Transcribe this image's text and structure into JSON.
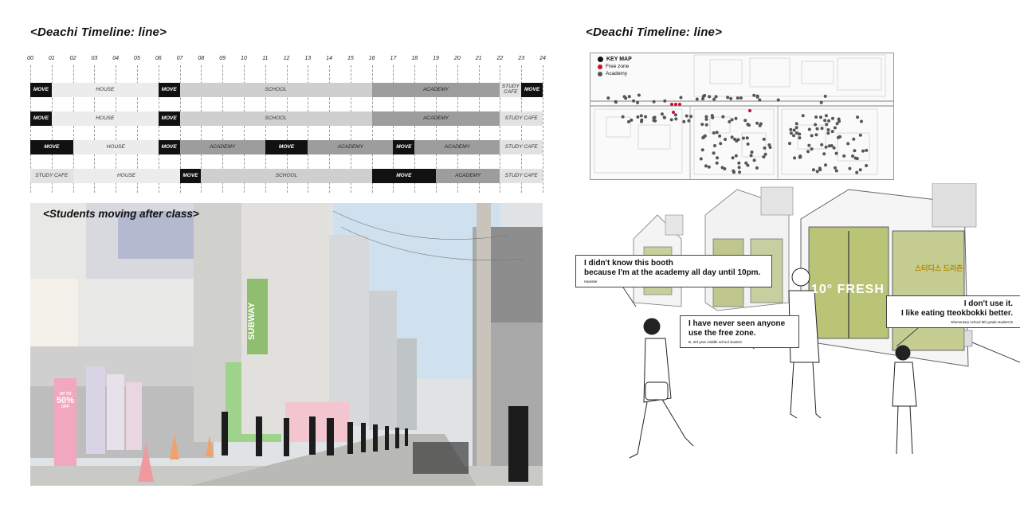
{
  "left_title": "<Deachi Timeline: line>",
  "right_title": "<Deachi Timeline: line>",
  "hours": [
    "00",
    "01",
    "02",
    "03",
    "04",
    "05",
    "06",
    "07",
    "08",
    "09",
    "10",
    "11",
    "12",
    "13",
    "14",
    "15",
    "16",
    "17",
    "18",
    "19",
    "20",
    "21",
    "22",
    "23",
    "24"
  ],
  "timeline_rows": [
    [
      {
        "start": 0,
        "end": 1,
        "label": "MOVE",
        "kind": "move"
      },
      {
        "start": 1,
        "end": 6,
        "label": "HOUSE",
        "kind": "house"
      },
      {
        "start": 6,
        "end": 7,
        "label": "MOVE",
        "kind": "move"
      },
      {
        "start": 7,
        "end": 16,
        "label": "SCHOOL",
        "kind": "school"
      },
      {
        "start": 16,
        "end": 22,
        "label": "ACADEMY",
        "kind": "academy"
      },
      {
        "start": 22,
        "end": 23,
        "label": "STUDY CAFE",
        "kind": "cafe"
      },
      {
        "start": 23,
        "end": 24,
        "label": "MOVE",
        "kind": "move"
      }
    ],
    [
      {
        "start": 0,
        "end": 1,
        "label": "MOVE",
        "kind": "move"
      },
      {
        "start": 1,
        "end": 6,
        "label": "HOUSE",
        "kind": "house"
      },
      {
        "start": 6,
        "end": 7,
        "label": "MOVE",
        "kind": "move"
      },
      {
        "start": 7,
        "end": 16,
        "label": "SCHOOL",
        "kind": "school"
      },
      {
        "start": 16,
        "end": 22,
        "label": "ACADEMY",
        "kind": "academy"
      },
      {
        "start": 22,
        "end": 24,
        "label": "STUDY CAFE",
        "kind": "cafe"
      }
    ],
    [
      {
        "start": 0,
        "end": 2,
        "label": "MOVE",
        "kind": "move"
      },
      {
        "start": 2,
        "end": 6,
        "label": "HOUSE",
        "kind": "house"
      },
      {
        "start": 6,
        "end": 7,
        "label": "MOVE",
        "kind": "move"
      },
      {
        "start": 7,
        "end": 11,
        "label": "ACADEMY",
        "kind": "academy"
      },
      {
        "start": 11,
        "end": 13,
        "label": "MOVE",
        "kind": "move"
      },
      {
        "start": 13,
        "end": 17,
        "label": "ACADEMY",
        "kind": "academy"
      },
      {
        "start": 17,
        "end": 18,
        "label": "MOVE",
        "kind": "move"
      },
      {
        "start": 18,
        "end": 22,
        "label": "ACADEMY",
        "kind": "academy"
      },
      {
        "start": 22,
        "end": 24,
        "label": "STUDY CAFE",
        "kind": "cafe"
      }
    ],
    [
      {
        "start": 0,
        "end": 2,
        "label": "STUDY CAFE",
        "kind": "cafe"
      },
      {
        "start": 2,
        "end": 7,
        "label": "HOUSE",
        "kind": "house"
      },
      {
        "start": 7,
        "end": 8,
        "label": "MOVE",
        "kind": "move"
      },
      {
        "start": 8,
        "end": 16,
        "label": "SCHOOL",
        "kind": "school"
      },
      {
        "start": 16,
        "end": 19,
        "label": "MOVE",
        "kind": "move"
      },
      {
        "start": 19,
        "end": 22,
        "label": "ACADEMY",
        "kind": "academy"
      },
      {
        "start": 22,
        "end": 24,
        "label": "STUDY CAFE",
        "kind": "cafe"
      }
    ]
  ],
  "photo": {
    "title": "<Students moving after class>",
    "sign_subway": "SUBWAY",
    "sign_up_to": "UP TO",
    "sign_percent": "50%",
    "sign_off": "OFF"
  },
  "keymap": {
    "title": "KEY MAP",
    "legend": [
      {
        "label": "Free zone",
        "color": "#c8102e"
      },
      {
        "label": "Academy",
        "color": "#555555"
      }
    ]
  },
  "booth_sign": "스터디스 드리즌",
  "booth_window_text": "10° FRESH",
  "bubbles": [
    {
      "line1": "I didn't know this booth",
      "line2": "because I'm at the academy all day until 10pm.",
      "who": "repeater"
    },
    {
      "line1": "I have never seen anyone",
      "line2": "use the free zone.",
      "who": "B, 3rd year middle school student"
    },
    {
      "line1": "I don't use it.",
      "line2": "I like eating tteokbokki better.",
      "who": "Elementary school 5th grade student B"
    }
  ]
}
